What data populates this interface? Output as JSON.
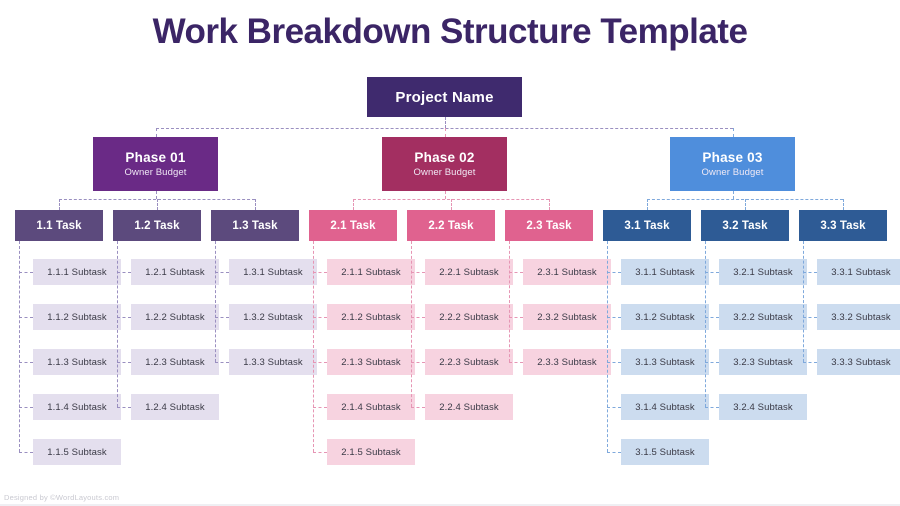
{
  "title": "Work Breakdown Structure Template",
  "footer": "Designed by ©WordLayouts.com",
  "colors": {
    "title": "#3b2566",
    "root": "#3f2a6e",
    "phase1": "#6a2a86",
    "phase2": "#a32f61",
    "phase3": "#4f8edc",
    "task1": "#5c4a7d",
    "task2": "#e0628f",
    "task3": "#2e5b95",
    "sub1": "#e4dfee",
    "sub2": "#f7d3e0",
    "sub3": "#ccdcef",
    "line1": "#9a8fc0",
    "line2": "#e695b4",
    "line3": "#7fa9dc",
    "subtask_text": "#3a3a46"
  },
  "root": {
    "label": "Project Name"
  },
  "phases": [
    {
      "label": "Phase 01",
      "sublabel": "Owner Budget",
      "tasks": [
        {
          "label": "1.1 Task",
          "subtasks": [
            "1.1.1 Subtask",
            "1.1.2 Subtask",
            "1.1.3 Subtask",
            "1.1.4 Subtask",
            "1.1.5 Subtask"
          ]
        },
        {
          "label": "1.2 Task",
          "subtasks": [
            "1.2.1 Subtask",
            "1.2.2 Subtask",
            "1.2.3 Subtask",
            "1.2.4 Subtask"
          ]
        },
        {
          "label": "1.3 Task",
          "subtasks": [
            "1.3.1 Subtask",
            "1.3.2 Subtask",
            "1.3.3 Subtask"
          ]
        }
      ]
    },
    {
      "label": "Phase 02",
      "sublabel": "Owner Budget",
      "tasks": [
        {
          "label": "2.1 Task",
          "subtasks": [
            "2.1.1 Subtask",
            "2.1.2 Subtask",
            "2.1.3 Subtask",
            "2.1.4 Subtask",
            "2.1.5 Subtask"
          ]
        },
        {
          "label": "2.2 Task",
          "subtasks": [
            "2.2.1 Subtask",
            "2.2.2 Subtask",
            "2.2.3 Subtask",
            "2.2.4 Subtask"
          ]
        },
        {
          "label": "2.3 Task",
          "subtasks": [
            "2.3.1 Subtask",
            "2.3.2 Subtask",
            "2.3.3 Subtask"
          ]
        }
      ]
    },
    {
      "label": "Phase 03",
      "sublabel": "Owner Budget",
      "tasks": [
        {
          "label": "3.1 Task",
          "subtasks": [
            "3.1.1 Subtask",
            "3.1.2 Subtask",
            "3.1.3 Subtask",
            "3.1.4 Subtask",
            "3.1.5 Subtask"
          ]
        },
        {
          "label": "3.2 Task",
          "subtasks": [
            "3.2.1 Subtask",
            "3.2.2 Subtask",
            "3.2.3 Subtask",
            "3.2.4 Subtask"
          ]
        },
        {
          "label": "3.3 Task",
          "subtasks": [
            "3.3.1 Subtask",
            "3.3.2 Subtask",
            "3.3.3 Subtask"
          ]
        }
      ]
    }
  ]
}
